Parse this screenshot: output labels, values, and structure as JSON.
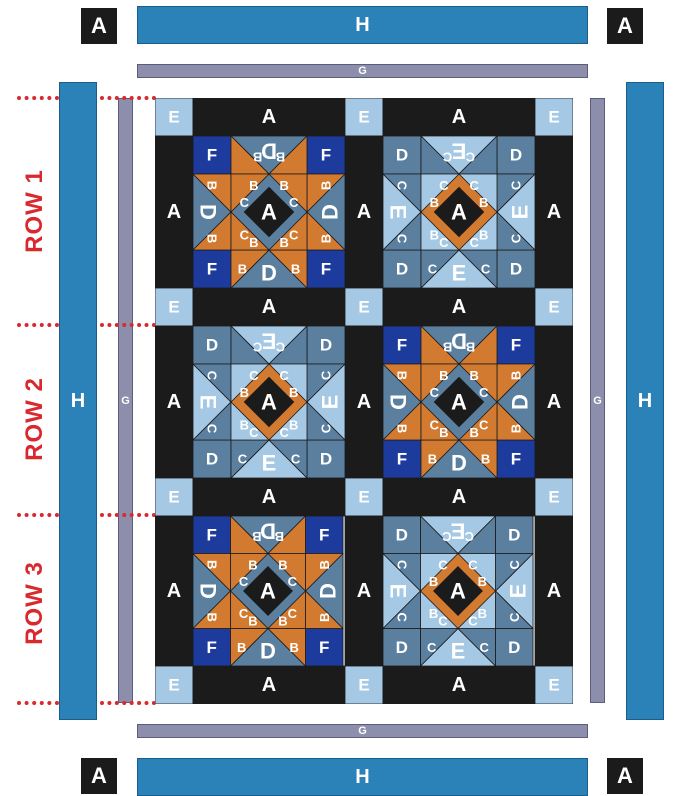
{
  "labels": {
    "a": "A",
    "b": "B",
    "c": "C",
    "d": "D",
    "e": "E",
    "f": "F",
    "g": "G",
    "h": "H"
  },
  "rows": [
    "ROW 1",
    "ROW 2",
    "ROW 3"
  ],
  "colors": {
    "black": "#1b1b1b",
    "light_blue": "#a5c8e4",
    "medium_blue": "#5a7f9f",
    "dark_blue": "#1d3b9c",
    "orange": "#d27a30",
    "h_strip": "#2b82b8",
    "g_strip": "#8d8eab",
    "row_label": "#d8292f"
  },
  "block_variants": [
    "orange-star-dark-corners",
    "blue-star-light-corners"
  ]
}
